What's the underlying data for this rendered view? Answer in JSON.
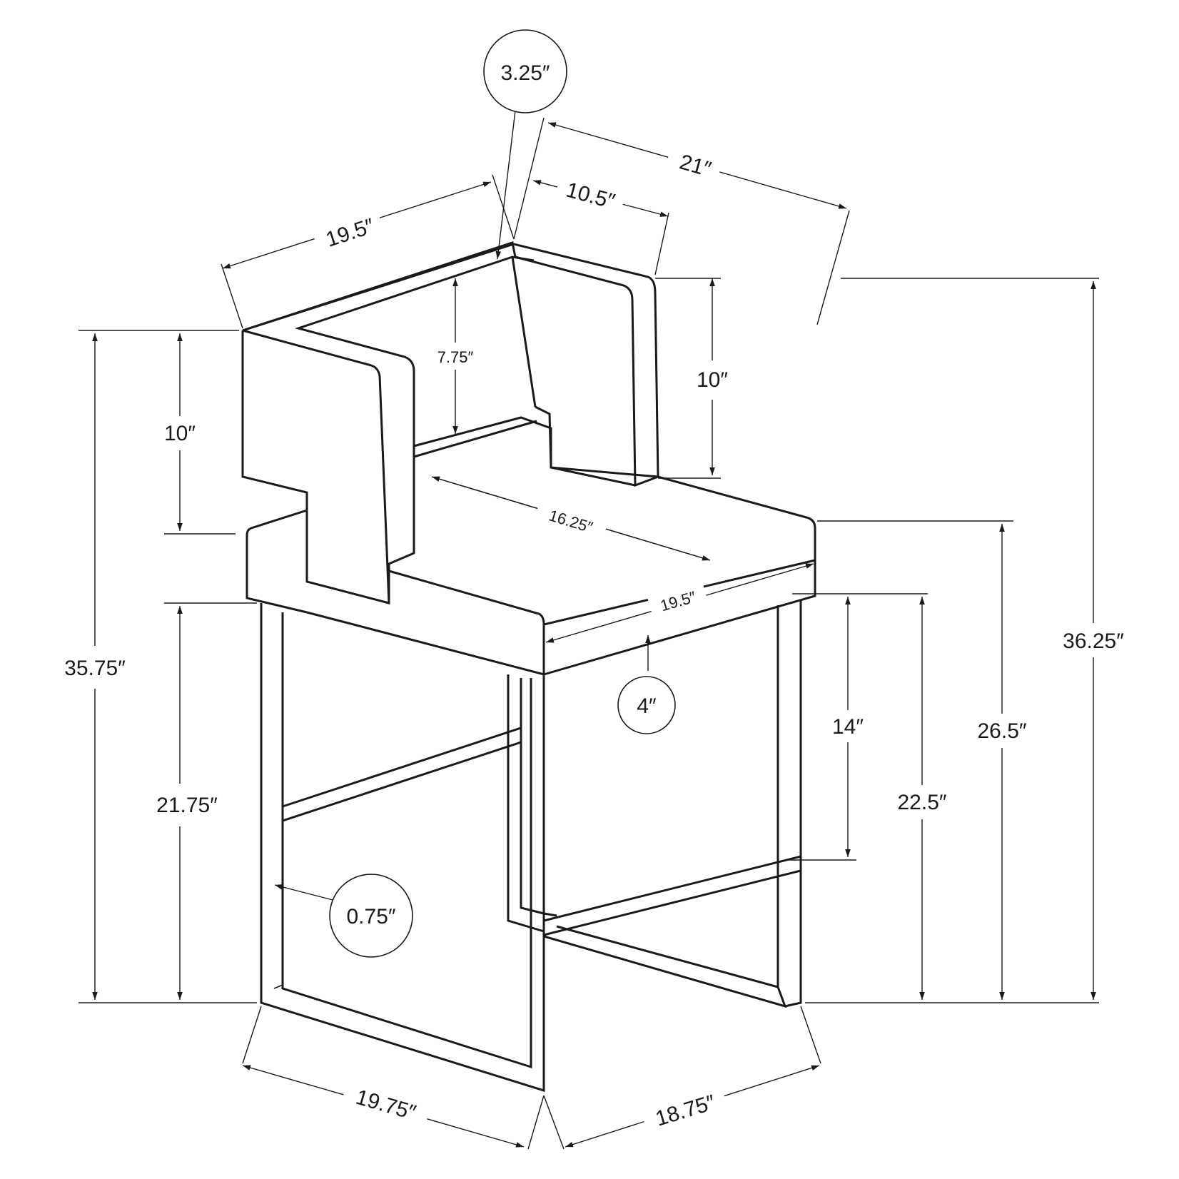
{
  "diagram": {
    "subject": "counter stool with metal base",
    "colors": {
      "line": "#1a1a1a",
      "background": "#ffffff"
    },
    "dimensions": {
      "total_height": "36.25″",
      "back_height_left": "35.75″",
      "seat_height": "26.5″",
      "base_height_front": "22.5″",
      "base_height_left": "21.75″",
      "footrest_to_seat": "14″",
      "arm_height_left": "10″",
      "arm_height_right": "10″",
      "back_inner_height": "7.75″",
      "overall_width": "21″",
      "back_width": "19.5″",
      "arm_depth": "10.5″",
      "back_thickness": "3.25″",
      "seat_inner_depth": "16.25″",
      "seat_width": "19.5″",
      "seat_thickness": "4″",
      "leg_tube": "0.75″",
      "base_depth": "19.75″",
      "base_width": "18.75″"
    }
  }
}
